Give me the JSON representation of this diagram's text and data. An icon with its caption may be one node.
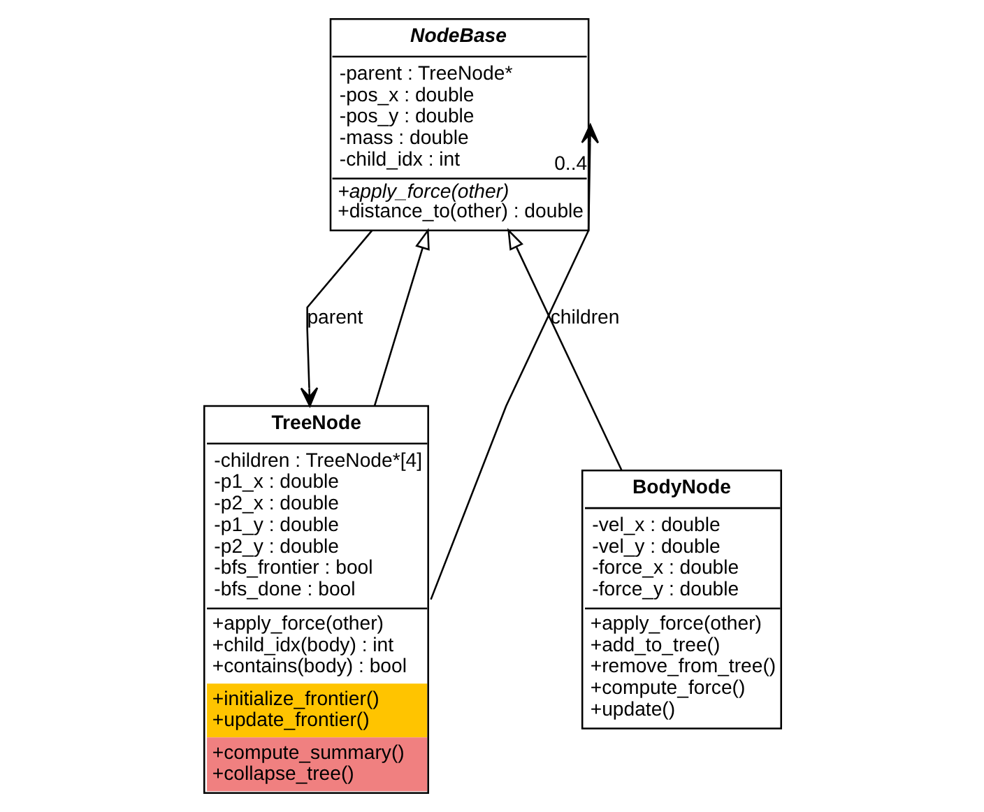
{
  "diagram": {
    "nodes": [
      {
        "text": [
          "NodeBase",
          "-parent : TreeNode*",
          "-pos_x : double",
          "-pos_y : double",
          "-mass : double",
          "-child_idx : int",
          "*+apply_force(other)*",
          "+distance_to(other) : double"
        ]
      },
      {
        "text": [
          "BodyNode",
          "-vel_x : double",
          "-vel_y : double",
          "-force_x : double",
          "-force_y : double",
          "+apply_force(other)",
          "+add_to_tree()",
          "+remove_from_tree()",
          "+compute_force()",
          "+update()"
        ]
      },
      {
        "text": [
          "TreeNode",
          "-children : TreeNode*[4]",
          "-p1_x : double",
          "-p2_x : double",
          "-p1_y : double",
          "-p2_y : double",
          "-bfs_frontier : bool",
          "-bfs_done : bool",
          "+apply_force(other)",
          "+child_idx(body) : int",
          "+contains(body) : bool",
          "+initialize_frontier()",
          "+update_frontier()",
          "+compute_summary()",
          "+collapse_tree()"
        ]
      }
    ],
    "edges": [
      {
        "from": 1,
        "to": 0,
        "arrow": "to"
      },
      {
        "from": 2,
        "to": 0,
        "arrow": "to"
      },
      {
        "from": 0,
        "to": 2,
        "arrow": "to",
        "label": "parent"
      },
      {
        "from": 2,
        "to": 0,
        "arrow": "to",
        "label": "children"
      }
    ],
    "labels": [
      "0..4"
    ]
  }
}
